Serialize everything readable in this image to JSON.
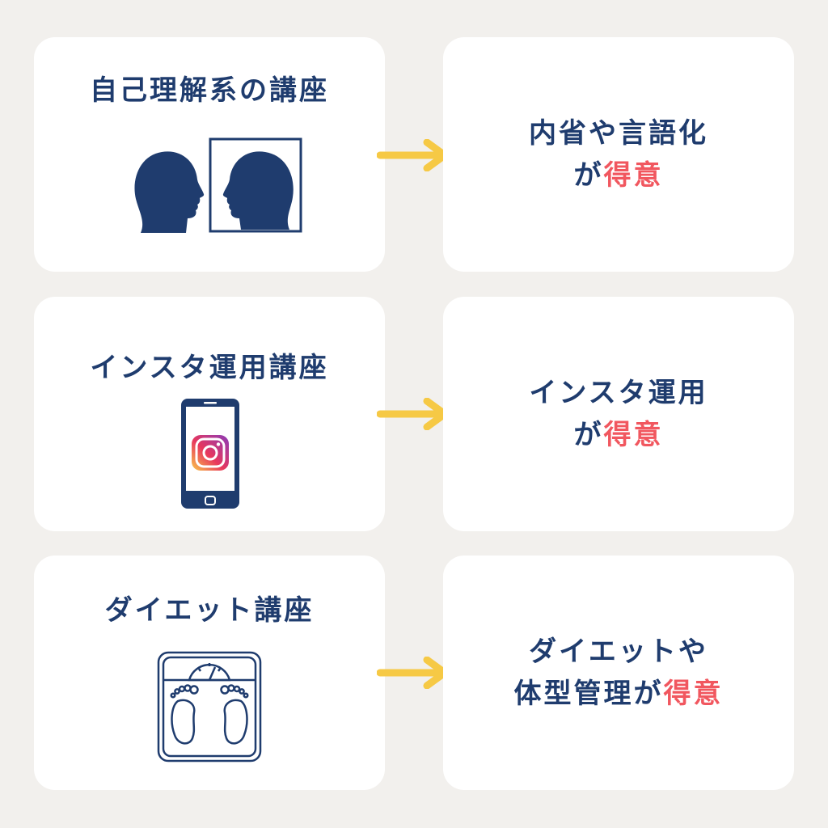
{
  "colors": {
    "navy": "#1f3c6e",
    "accent": "#f1575f",
    "arrow": "#f6c945",
    "background": "#f2f0ed",
    "card": "#ffffff"
  },
  "rows": [
    {
      "course": "自己理解系の講座",
      "icon": "two-heads-profile-icon",
      "result": {
        "line1": "内省や言語化",
        "line2_prefix": "が",
        "line2_accent": "得意"
      }
    },
    {
      "course": "インスタ運用講座",
      "icon": "smartphone-instagram-icon",
      "result": {
        "line1": "インスタ運用",
        "line2_prefix": "が",
        "line2_accent": "得意"
      }
    },
    {
      "course": "ダイエット講座",
      "icon": "bathroom-scale-icon",
      "result": {
        "line1": "ダイエットや",
        "line2_prefix": "体型管理が",
        "line2_accent": "得意"
      }
    }
  ]
}
